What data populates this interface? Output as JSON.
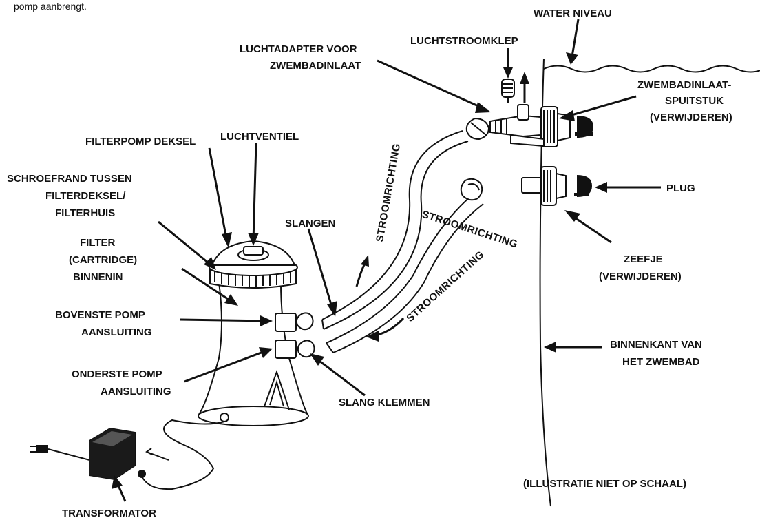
{
  "intro": "pomp aanbrengt.",
  "labels": {
    "water_niveau": "WATER NIVEAU",
    "luchtstroomklep": "LUCHTSTROOMKLEP",
    "luchtadapter_1": "LUCHTADAPTER VOOR",
    "luchtadapter_2": "ZWEMBADINLAAT",
    "inlaat_1": "ZWEMBADINLAAT-",
    "inlaat_2": "SPUITSTUK",
    "inlaat_3": "(VERWIJDEREN)",
    "filterpomp_deksel": "FILTERPOMP DEKSEL",
    "luchtventiel": "LUCHTVENTIEL",
    "schroefrand_1": "SCHROEFRAND TUSSEN",
    "schroefrand_2": "FILTERDEKSEL/",
    "schroefrand_3": "FILTERHUIS",
    "plug": "PLUG",
    "slangen": "SLANGEN",
    "filter_1": "FILTER",
    "filter_2": "(CARTRIDGE)",
    "filter_3": "BINNENIN",
    "zeefje_1": "ZEEFJE",
    "zeefje_2": "(VERWIJDEREN)",
    "bovenste_1": "BOVENSTE POMP",
    "bovenste_2": "AANSLUITING",
    "binnenkant_1": "BINNENKANT VAN",
    "binnenkant_2": "HET ZWEMBAD",
    "onderste_1": "ONDERSTE POMP",
    "onderste_2": "AANSLUITING",
    "slang_klemmen": "SLANG KLEMMEN",
    "transformator": "TRANSFORMATOR",
    "schaal": "(ILLUSTRATIE NIET OP SCHAAL)",
    "stroom_1": "STROOMRICHTING",
    "stroom_2": "STROOMRICHTING",
    "stroom_3": "STROOMRICHTING"
  }
}
